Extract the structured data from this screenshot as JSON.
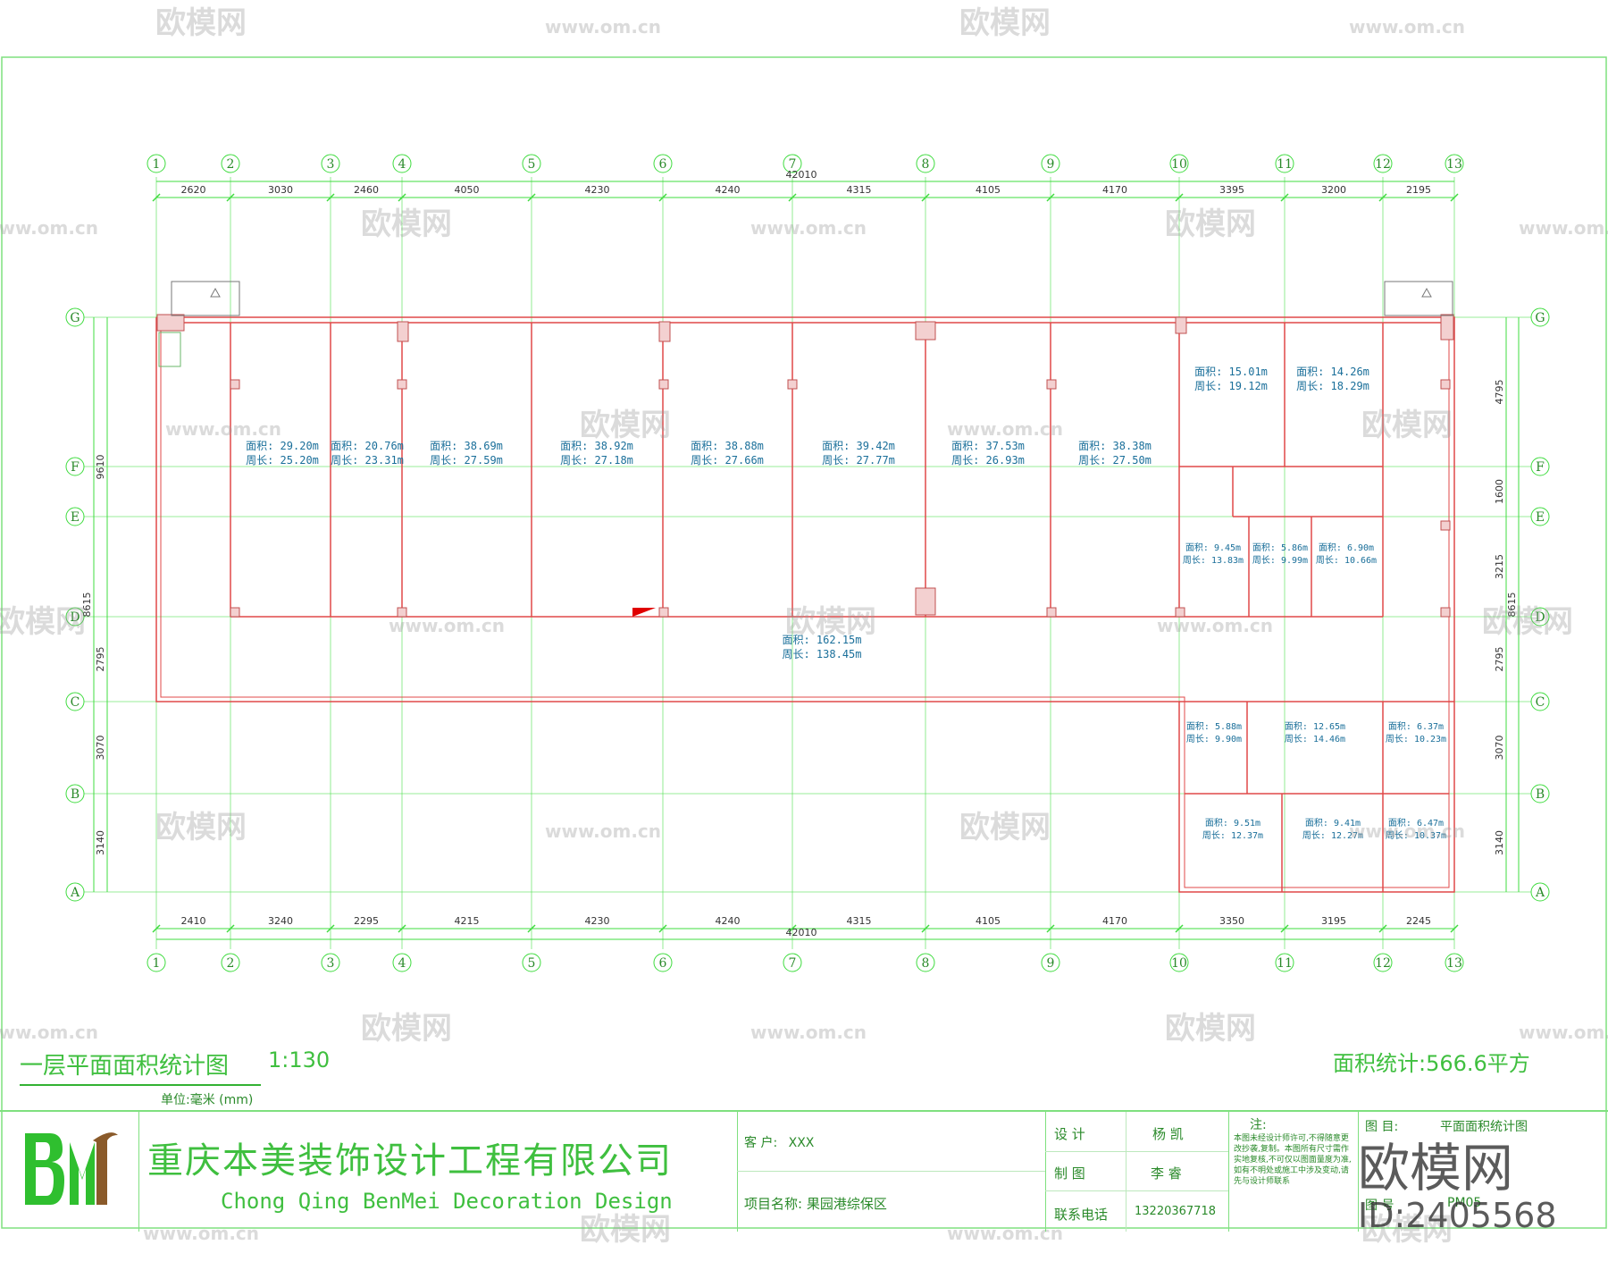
{
  "drawing": {
    "title": "一层平面面积统计图",
    "scale": "1:130",
    "unit_note": "单位:毫米 (mm)",
    "total_area": "面积统计:566.6平方",
    "overall_dimension": "42010"
  },
  "axes": {
    "columns": [
      "1",
      "2",
      "3",
      "4",
      "5",
      "6",
      "7",
      "8",
      "9",
      "10",
      "11",
      "12",
      "13"
    ],
    "rows": [
      "G",
      "F",
      "E",
      "D",
      "C",
      "B",
      "A"
    ],
    "top_spacings": [
      "2620",
      "3030",
      "2460",
      "4050",
      "4230",
      "4240",
      "4315",
      "4105",
      "4170",
      "3395",
      "3200",
      "2195"
    ],
    "bottom_spacings": [
      "2410",
      "3240",
      "2295",
      "4215",
      "4230",
      "4240",
      "4315",
      "4105",
      "4170",
      "3350",
      "3195",
      "2245"
    ],
    "left_dims": [
      "9610",
      "8615",
      "2795",
      "3070",
      "3140"
    ],
    "right_dims": [
      "4795",
      "1600",
      "3215",
      "8615",
      "2795",
      "3070",
      "3140"
    ]
  },
  "rooms": [
    {
      "area": "面积: 29.20m",
      "perim": "周长: 25.20m"
    },
    {
      "area": "面积: 20.76m",
      "perim": "周长: 23.31m"
    },
    {
      "area": "面积: 38.69m",
      "perim": "周长: 27.59m"
    },
    {
      "area": "面积: 38.92m",
      "perim": "周长: 27.18m"
    },
    {
      "area": "面积: 38.88m",
      "perim": "周长: 27.66m"
    },
    {
      "area": "面积: 39.42m",
      "perim": "周长: 27.77m"
    },
    {
      "area": "面积: 37.53m",
      "perim": "周长: 26.93m"
    },
    {
      "area": "面积: 38.38m",
      "perim": "周长: 27.50m"
    },
    {
      "area": "面积: 15.01m",
      "perim": "周长: 19.12m"
    },
    {
      "area": "面积: 14.26m",
      "perim": "周长: 18.29m"
    },
    {
      "area": "面积: 9.45m",
      "perim": "周长: 13.83m"
    },
    {
      "area": "面积: 5.86m",
      "perim": "周长: 9.99m"
    },
    {
      "area": "面积: 6.90m",
      "perim": "周长: 10.66m"
    },
    {
      "area": "面积: 162.15m",
      "perim": "周长: 138.45m"
    },
    {
      "area": "面积: 5.88m",
      "perim": "周长: 9.90m"
    },
    {
      "area": "面积: 12.65m",
      "perim": "周长: 14.46m"
    },
    {
      "area": "面积: 6.37m",
      "perim": "周长: 10.23m"
    },
    {
      "area": "面积: 9.51m",
      "perim": "周长: 12.37m"
    },
    {
      "area": "面积: 9.41m",
      "perim": "周长: 12.27m"
    },
    {
      "area": "面积: 6.47m",
      "perim": "周长: 10.37m"
    }
  ],
  "title_block": {
    "company_cn": "重庆本美装饰设计工程有限公司",
    "company_en": "Chong Qing BenMei Decoration Design",
    "logo_text": "BM",
    "client_label": "客    户:",
    "client_value": "XXX",
    "project_label": "项目名称:",
    "project_value": "果园港综保区",
    "design_label": "设    计",
    "design_value": "杨  凯",
    "draw_label": "制    图",
    "draw_value": "李 睿",
    "phone_label": "联系电话",
    "phone_value": "13220367718",
    "note_label": "注:",
    "note_text": "本图未经设计师许可,不得随意更改抄袭,复制。本图所有尺寸需作实地复核,不可仅以图面量度为准,如有不明处或施工中涉及变动,请先与设计师联系",
    "drawing_name_label": "图    目:",
    "drawing_name_value": "平面面积统计图",
    "drawing_no_label": "图    号",
    "drawing_no_value": "PM05"
  },
  "watermark": {
    "brand": "欧模网",
    "site": "www.om.cn",
    "id": "ID:2405568"
  },
  "colors": {
    "grid_green": "#3fdc3f",
    "wall_red": "#e04848",
    "label_blue": "#1a8a9a",
    "title_green": "#33b233"
  }
}
